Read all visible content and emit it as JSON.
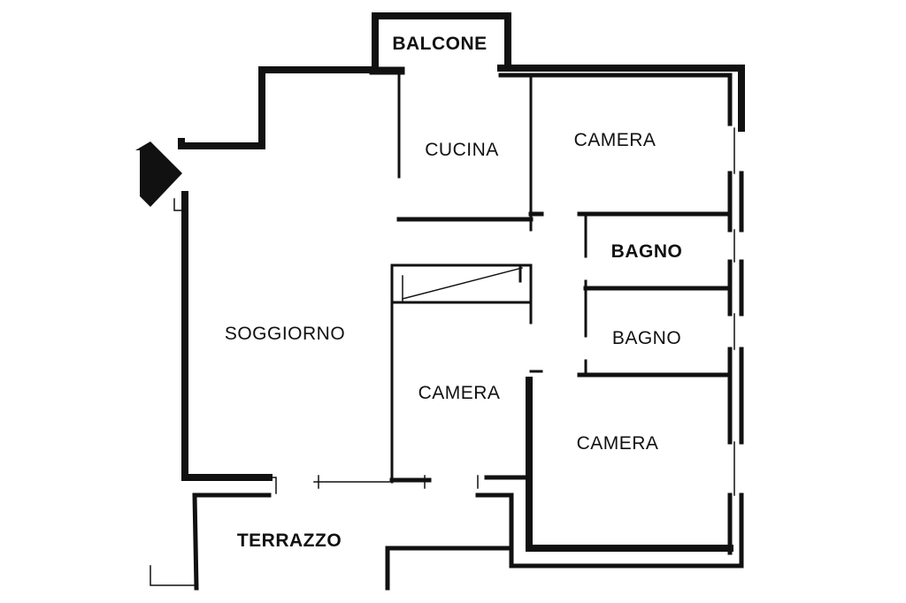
{
  "rooms": {
    "balcone": "BALCONE",
    "cucina": "CUCINA",
    "camera_top": "CAMERA",
    "bagno_1": "BAGNO",
    "soggiorno": "SOGGIORNO",
    "bagno_2": "BAGNO",
    "camera_middle": "CAMERA",
    "camera_right": "CAMERA",
    "terrazzo": "TERRAZZO"
  },
  "entrance_arrow": "entrance-arrow-icon"
}
